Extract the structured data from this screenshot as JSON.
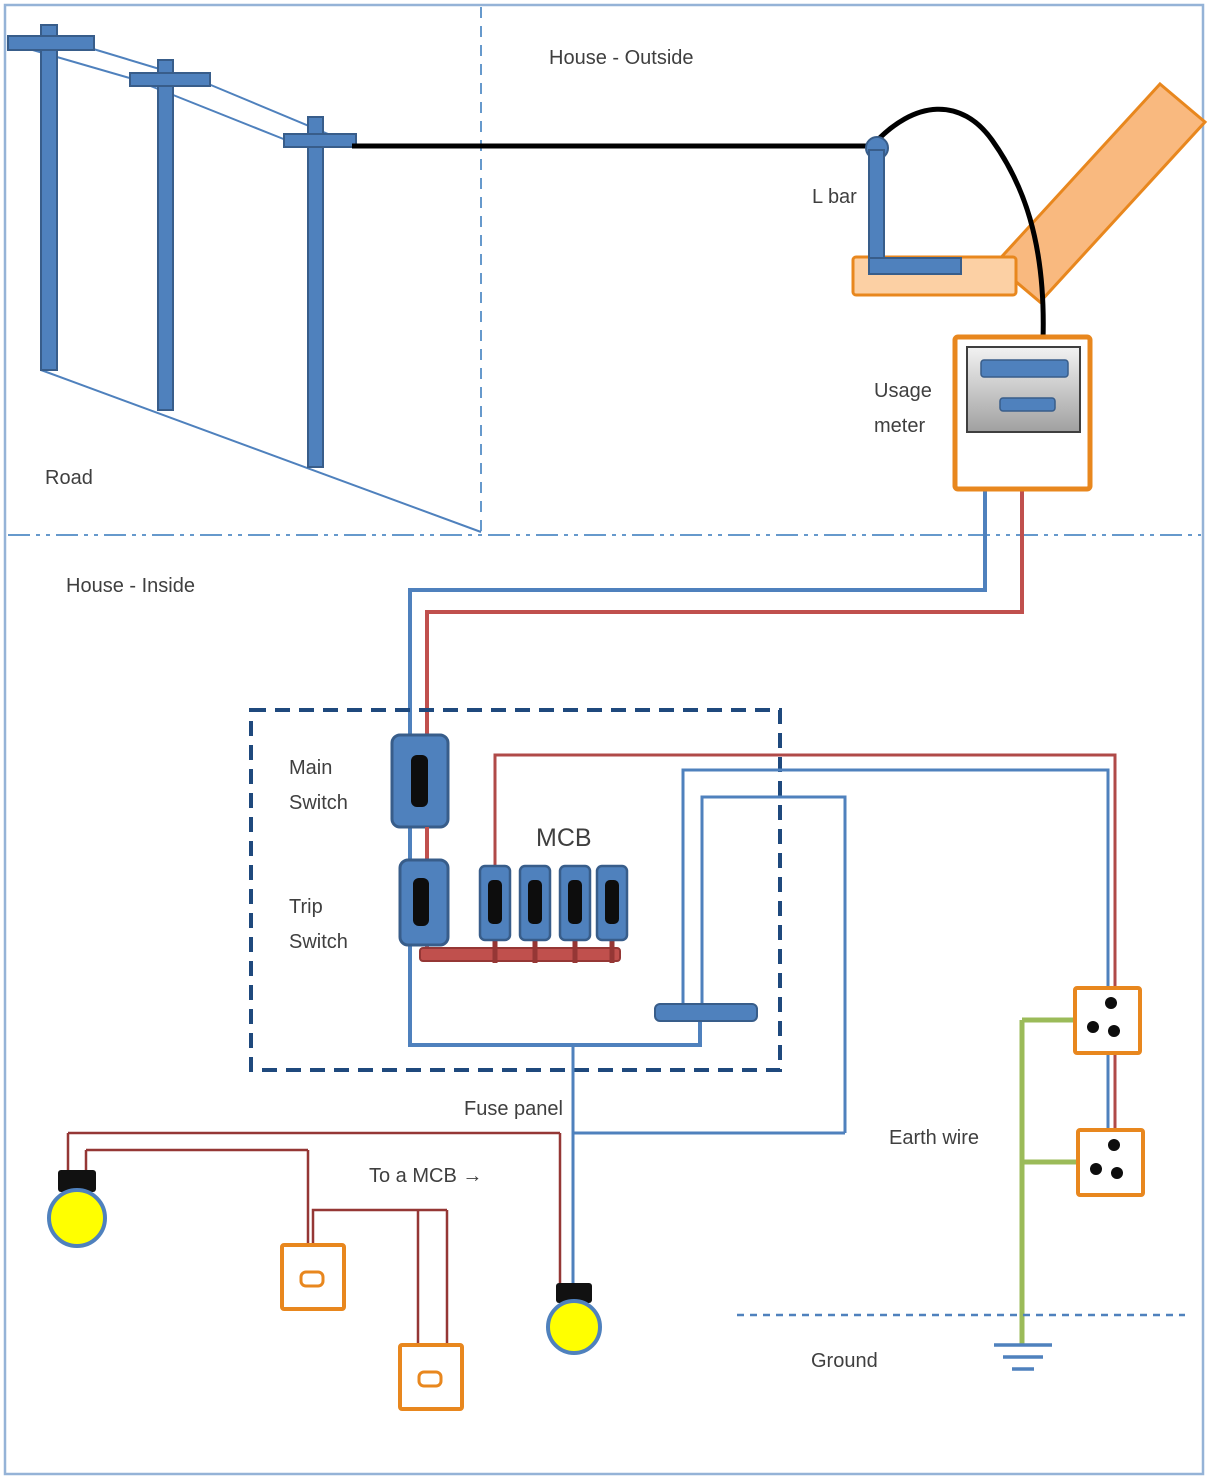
{
  "diagram": {
    "title": "House electrical wiring diagram",
    "labels": {
      "house_outside": "House - Outside",
      "l_bar": "L bar",
      "usage_line1": "Usage",
      "usage_line2": "meter",
      "road": "Road",
      "house_inside": "House - Inside",
      "main_line1": "Main",
      "main_line2": "Switch",
      "trip_line1": "Trip",
      "trip_line2": "Switch",
      "mcb": "MCB",
      "fuse_panel": "Fuse panel",
      "to_a_mcb": "To a MCB →",
      "earth_wire": "Earth wire",
      "ground": "Ground"
    },
    "colors": {
      "pole_blue": "#4f81bd",
      "pole_blue_dark": "#385d8a",
      "wire_blue": "#4f81bd",
      "wire_red": "#c0504d",
      "wire_dark_red": "#953735",
      "earth_green": "#9bbb59",
      "orange_border": "#e8871e",
      "roof_fill": "#f9b97f",
      "eave_fill": "#fcd0a4",
      "power_line": "#000000",
      "lamp_yellow": "#ffff00",
      "page_border": "#95b3d7",
      "divider_blue": "#6699cc",
      "panel_dash": "#1f497d",
      "text": "#3f3f3f"
    }
  }
}
